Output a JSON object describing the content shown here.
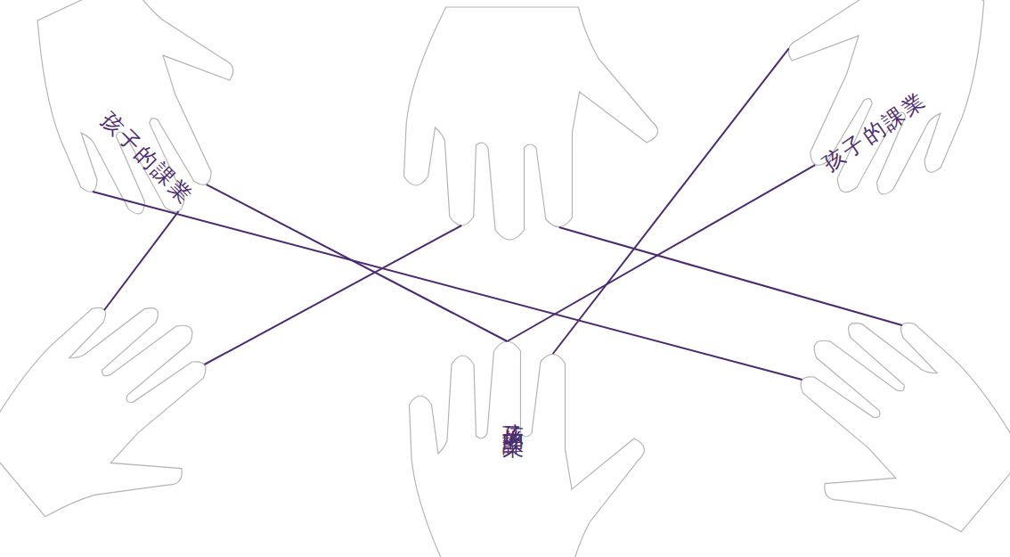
{
  "diagram": {
    "nodes": [
      {
        "text": [
          "孩子的課業"
        ]
      },
      {
        "text": [
          "孩子的課業"
        ]
      },
      {
        "text": [
          "孩子的課業"
        ]
      }
    ],
    "edges": [
      {
        "from": 0,
        "to": 2,
        "arrow": "none"
      },
      {
        "from": 1,
        "to": 2,
        "arrow": "none"
      },
      {
        "from": 1,
        "to": 2,
        "arrow": "none"
      }
    ]
  }
}
